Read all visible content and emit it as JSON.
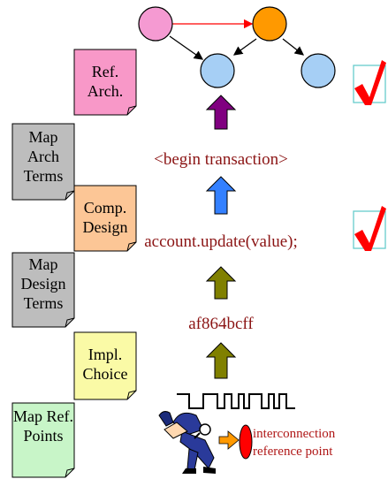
{
  "notes": {
    "ref_arch": "Ref. Arch.",
    "map_arch_terms": "Map Arch Terms",
    "comp_design": "Comp. Design",
    "map_design_terms": "Map Design Terms",
    "impl_choice": "Impl. Choice",
    "map_ref_points": "Map Ref. Points"
  },
  "levels": {
    "begin_transaction": "<begin transaction>",
    "account_update": "account.update(value);",
    "hex_code": "af864bcff"
  },
  "annotation": {
    "line1": "interconnection",
    "line2": "reference point"
  },
  "colors": {
    "node_pink": "#f59ad2",
    "node_orange": "#ff9900",
    "node_blue": "#a6cff5",
    "arrow_purple": "#800080",
    "arrow_blue": "#3380ff",
    "arrow_olive": "#808000",
    "check_red": "#ff0000",
    "text_red": "#8b1414"
  }
}
